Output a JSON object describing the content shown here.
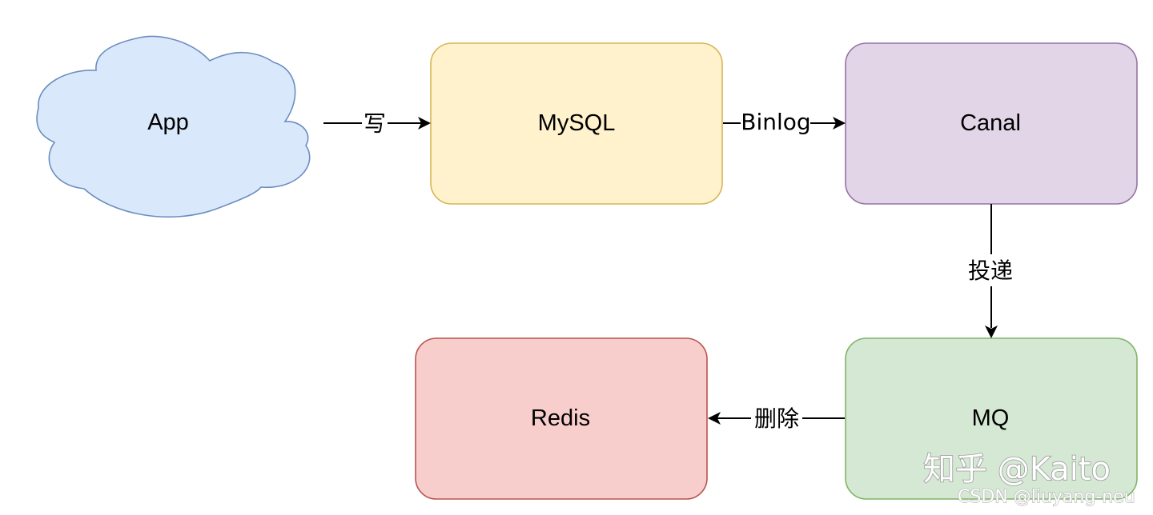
{
  "nodes": {
    "app": {
      "label": "App",
      "fill": "#dae8fc",
      "stroke": "#6c8ebf"
    },
    "mysql": {
      "label": "MySQL",
      "fill": "#fff2cc",
      "stroke": "#d6b656"
    },
    "canal": {
      "label": "Canal",
      "fill": "#e1d5e7",
      "stroke": "#9673a6"
    },
    "mq": {
      "label": "MQ",
      "fill": "#d5e8d4",
      "stroke": "#82b366"
    },
    "redis": {
      "label": "Redis",
      "fill": "#f8cecc",
      "stroke": "#b85450"
    }
  },
  "edges": {
    "app_to_mysql": {
      "label": "写"
    },
    "mysql_to_canal": {
      "label": "Binlog"
    },
    "canal_to_mq": {
      "label": "投递"
    },
    "mq_to_redis": {
      "label": "删除"
    }
  },
  "watermark": {
    "main": "知乎 @Kaito",
    "sub": "CSDN @liuyang-neu"
  }
}
